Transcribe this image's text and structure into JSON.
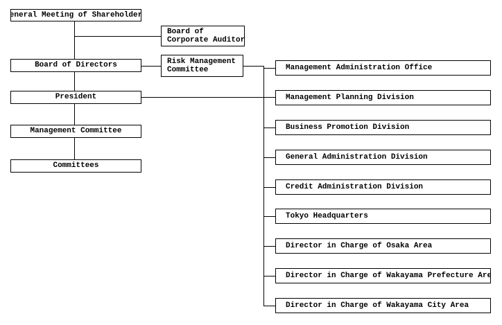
{
  "org_chart": {
    "shareholders": "General Meeting of Shareholders",
    "auditors": [
      "Board of",
      "Corporate Auditors"
    ],
    "board": "Board of Directors",
    "risk": [
      "Risk Management",
      "Committee"
    ],
    "president": "President",
    "mgmt_committee": "Management Committee",
    "committees": "Committees",
    "divisions": [
      "Management Administration Office",
      "Management Planning Division",
      "Business Promotion Division",
      "General Administration Division",
      "Credit Administration Division",
      "Tokyo Headquarters",
      "Director in Charge of Osaka Area",
      "Director in Charge of Wakayama Prefecture Area",
      "Director in Charge of Wakayama City Area"
    ]
  }
}
